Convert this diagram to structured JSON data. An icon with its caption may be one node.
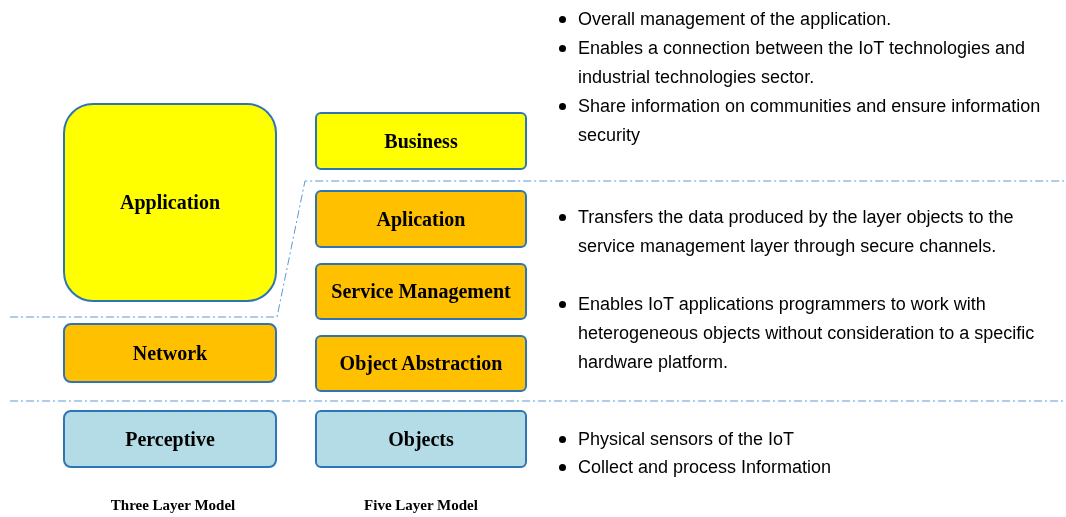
{
  "diagram": {
    "nodes": [
      {
        "text": [
          "Application"
        ]
      },
      {
        "text": [
          "Network"
        ]
      },
      {
        "text": [
          "Perceptive"
        ]
      },
      {
        "text": [
          "Business"
        ]
      },
      {
        "text": [
          "Aplication"
        ]
      },
      {
        "text": [
          "Service Management"
        ]
      },
      {
        "text": [
          "Object Abstraction"
        ]
      },
      {
        "text": [
          "Objects"
        ]
      }
    ],
    "labels": [
      "Overall management of the application.",
      "Enables a connection between the IoT technologies and industrial technologies sector.",
      "Share information on communities and ensure information security",
      "Transfers the data produced by the layer objects to the service management layer through secure channels.",
      "Enables IoT applications programmers to work with heterogeneous objects without consideration to a specific hardware platform.",
      "Physical sensors of the IoT",
      "Collect and process Information",
      "Three Layer Model",
      "Five Layer Model"
    ]
  }
}
